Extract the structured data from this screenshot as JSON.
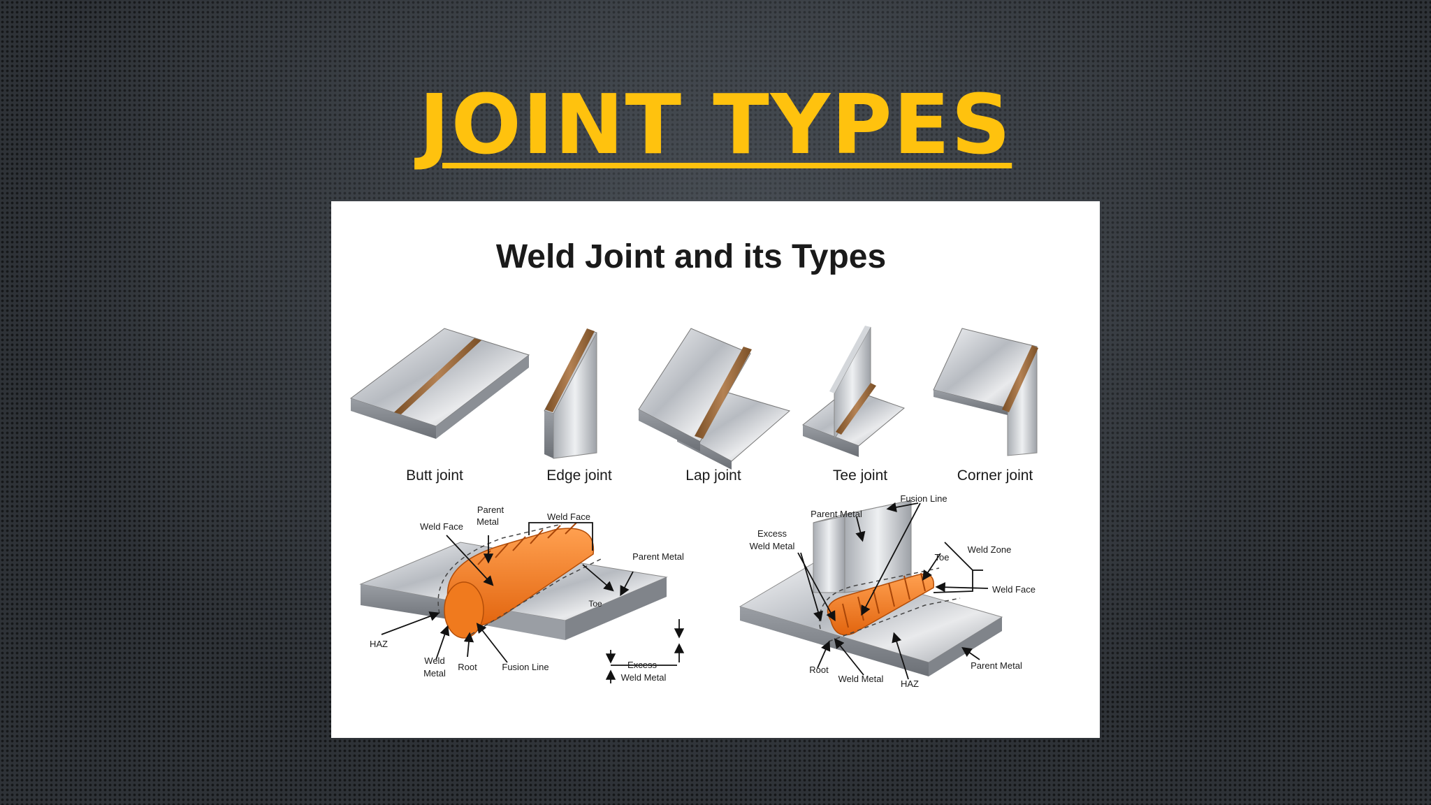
{
  "slide": {
    "title": "JOINT TYPES"
  },
  "figure": {
    "title": "Weld Joint and its Types",
    "joints": [
      "Butt joint",
      "Edge joint",
      "Lap joint",
      "Tee joint",
      "Corner joint"
    ],
    "butt_labels": {
      "weld_face_left": "Weld Face",
      "parent_metal_top_1": "Parent",
      "parent_metal_top_2": "Metal",
      "weld_face_top": "Weld Face",
      "parent_metal_right": "Parent Metal",
      "toe": "Toe",
      "haz": "HAZ",
      "weld_metal_1": "Weld",
      "weld_metal_2": "Metal",
      "root": "Root",
      "fusion_line": "Fusion Line",
      "excess_1": "Excess",
      "excess_2": "Weld Metal"
    },
    "tee_labels": {
      "fusion_line": "Fusion Line",
      "parent_metal_top": "Parent Metal",
      "excess_1": "Excess",
      "excess_2": "Weld Metal",
      "toe": "Toe",
      "weld_zone": "Weld Zone",
      "weld_face": "Weld Face",
      "root": "Root",
      "weld_metal": "Weld Metal",
      "haz": "HAZ",
      "parent_metal_bottom": "Parent Metal"
    },
    "colors": {
      "title": "#ffc20e",
      "weld_bead": "#f07a1e",
      "weld_seam": "#9a6a3a",
      "steel": "#c8cbd0"
    }
  }
}
